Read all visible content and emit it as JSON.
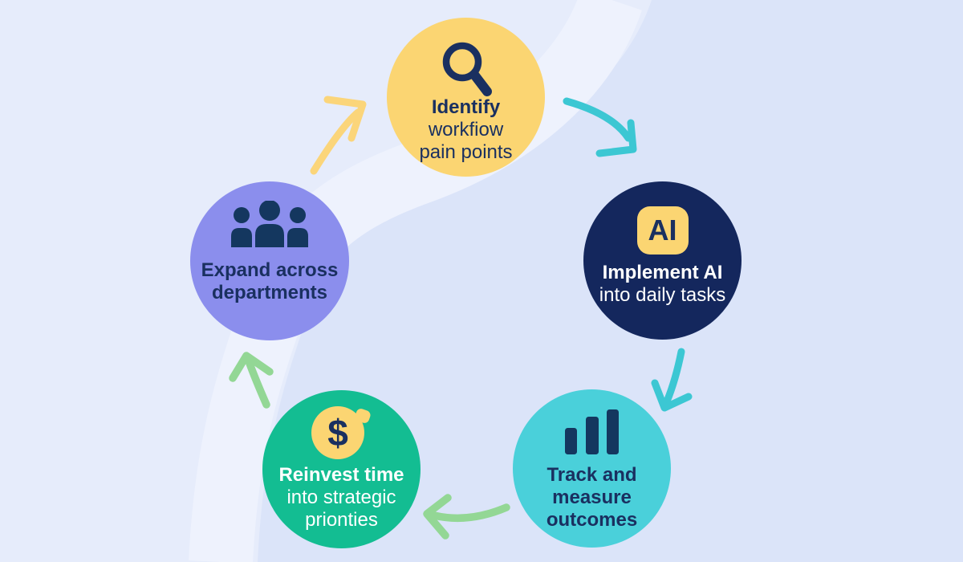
{
  "meta": {
    "title": "AI adoption cycle infographic"
  },
  "palette": {
    "background_base": "#dbe4f9",
    "background_sweep": "#e6ecfb",
    "background_sweep_highlight": "#eef2fd",
    "yellow": "#fbd572",
    "navy": "#14275d",
    "text_navy": "#1a3060",
    "teal": "#4ad0da",
    "green": "#13bd92",
    "purple": "#8b8eed",
    "white": "#ffffff"
  },
  "cycle": {
    "steps": [
      {
        "name": "identify-workflow-pain-points",
        "icon": "magnifying-glass-icon",
        "circle_color": "#fbd572",
        "text_color": "#1a3060",
        "lines": [
          "Identify",
          "workfiow",
          "pain points"
        ]
      },
      {
        "name": "implement-ai-into-daily-tasks",
        "icon": "ai-badge-icon",
        "badge_label": "AI",
        "badge_bg": "#fbd572",
        "badge_fg": "#1a3060",
        "circle_color": "#14275d",
        "text_color": "#ffffff",
        "lines": [
          "Implement AI",
          "into daily tasks"
        ]
      },
      {
        "name": "track-and-measure-outcomes",
        "icon": "bar-chart-icon",
        "circle_color": "#4ad0da",
        "text_color": "#1a3060",
        "lines": [
          "Track and",
          "measure",
          "outcomes"
        ]
      },
      {
        "name": "reinvest-time-into-strategic-priorities",
        "icon": "dollar-coin-icon",
        "coin_symbol": "$",
        "coin_color": "#fbd572",
        "circle_color": "#13bd92",
        "text_color": "#ffffff",
        "lines": [
          "Reinvest time",
          "into strategic",
          "prionties"
        ]
      },
      {
        "name": "expand-across-departments",
        "icon": "people-icon",
        "circle_color": "#8b8eed",
        "text_color": "#1a3060",
        "lines": [
          "Expand across",
          "departments"
        ]
      }
    ],
    "arrows": [
      {
        "name": "arrow-expand-to-identify",
        "color": "#fbd57a"
      },
      {
        "name": "arrow-identify-to-implement",
        "color": "#3cc7d3"
      },
      {
        "name": "arrow-implement-to-track",
        "color": "#3cc7d3"
      },
      {
        "name": "arrow-track-to-reinvest",
        "color": "#93d795"
      },
      {
        "name": "arrow-reinvest-to-expand",
        "color": "#93d795"
      }
    ]
  }
}
